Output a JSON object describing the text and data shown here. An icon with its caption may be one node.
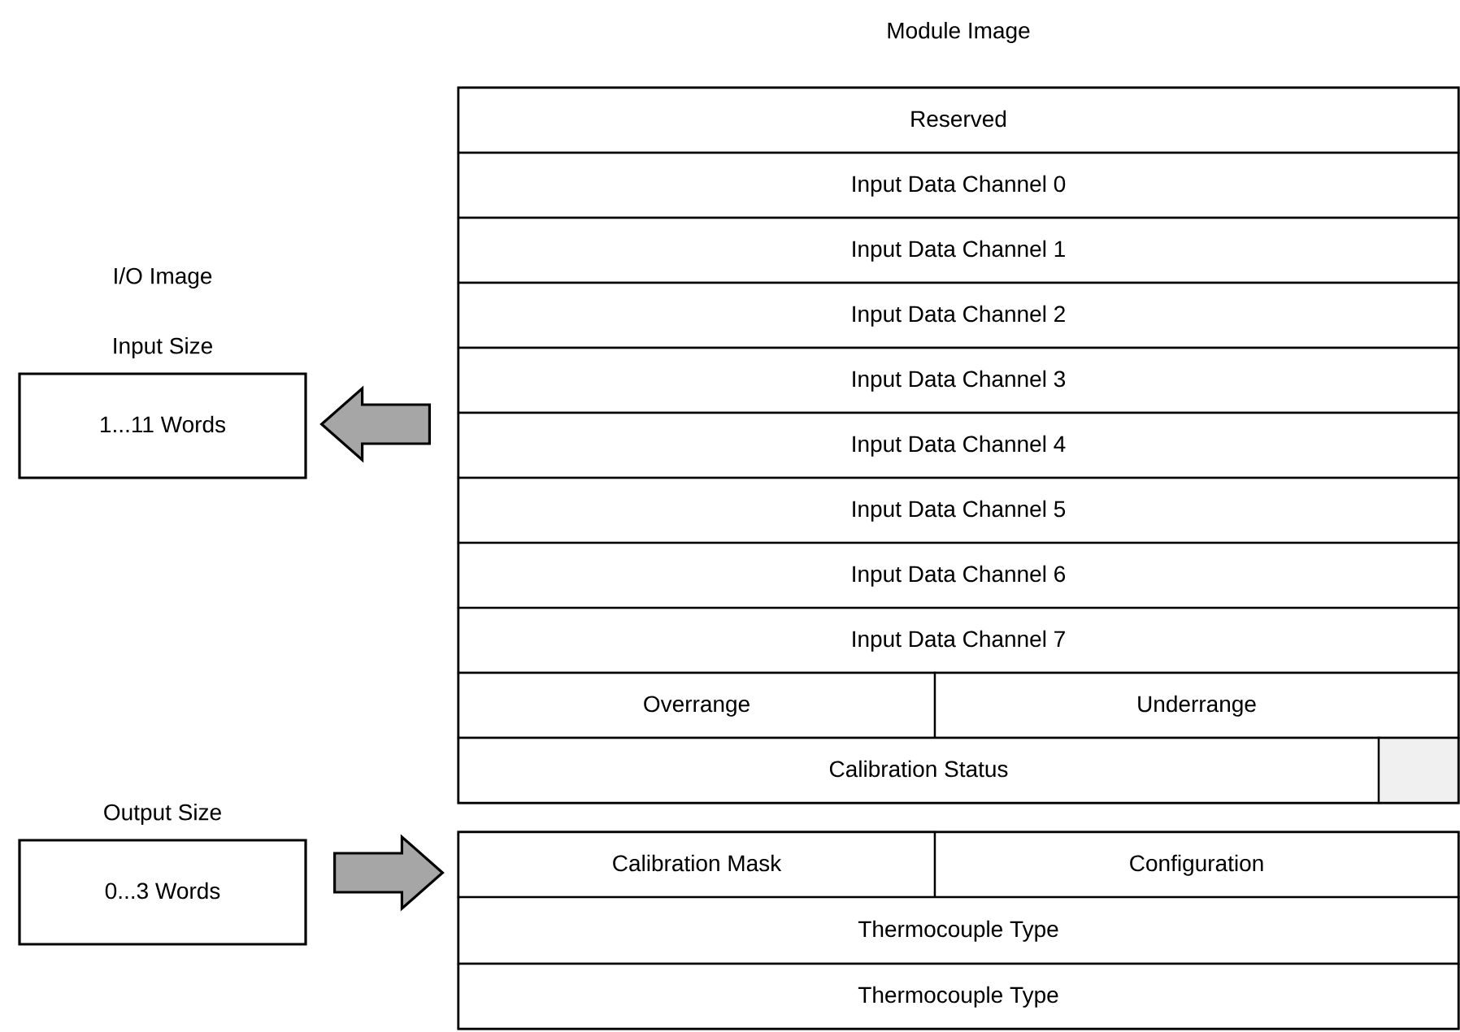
{
  "diagram": {
    "nodes": [
      {
        "text": [
          "Input Size",
          "1...11 Words"
        ]
      },
      {
        "text": [
          "Output Size",
          "0...3 Words"
        ]
      },
      {
        "text": [
          "Module Image"
        ]
      },
      {
        "text": [
          "Reserved"
        ],
        "in": 2
      },
      {
        "text": [
          "Input Data Channel 0"
        ],
        "in": 2
      },
      {
        "text": [
          "Input Data Channel 1"
        ],
        "in": 2
      },
      {
        "text": [
          "Input Data Channel 2"
        ],
        "in": 2
      },
      {
        "text": [
          "Input Data Channel 3"
        ],
        "in": 2
      },
      {
        "text": [
          "Input Data Channel 4"
        ],
        "in": 2
      },
      {
        "text": [
          "Input Data Channel 5"
        ],
        "in": 2
      },
      {
        "text": [
          "Input Data Channel 6"
        ],
        "in": 2
      },
      {
        "text": [
          "Input Data Channel 7"
        ],
        "in": 2
      },
      {
        "text": [
          "Overrange"
        ],
        "in": 2
      },
      {
        "text": [
          "Underrange"
        ],
        "in": 2
      },
      {
        "text": [
          "Calibration Status"
        ],
        "in": 2
      },
      {
        "text": [],
        "shape": "box",
        "in": 2
      },
      {
        "text": [],
        "shape": "box"
      },
      {
        "text": [
          "Calibration Mask"
        ],
        "in": 16
      },
      {
        "text": [
          "Configuration"
        ],
        "in": 16
      },
      {
        "text": [
          "Thermocouple Type"
        ],
        "in": 16
      },
      {
        "text": [
          "Thermocouple Type"
        ],
        "in": 16
      }
    ],
    "edges": [
      {
        "from": 2,
        "to": 0,
        "arrow": "to"
      },
      {
        "from": 1,
        "to": 16,
        "arrow": "to"
      }
    ],
    "labels": [
      "I/O Image"
    ]
  }
}
